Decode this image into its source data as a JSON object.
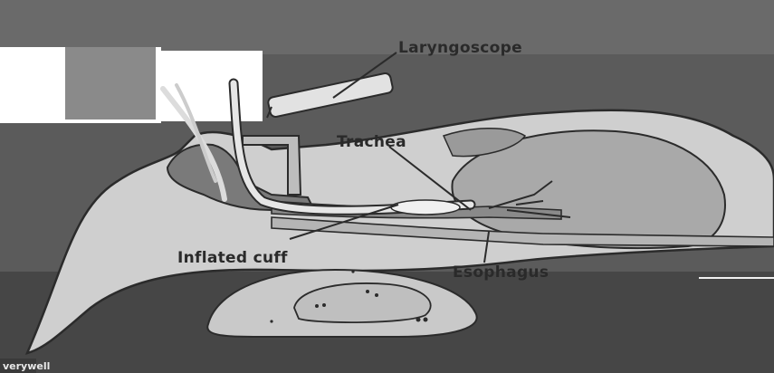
{
  "labels": {
    "laryngoscope": "Laryngoscope",
    "trachea": "Trachea",
    "inflated_cuff": "Inflated cuff",
    "esophagus": "Esophagus"
  },
  "brand": "verywell",
  "colors": {
    "background": "#5a5a5a",
    "body_fill": "#cfcfcf",
    "interior": "#8e8e8e",
    "floor": "#474747",
    "tube": "#e6e6e6",
    "label_text": "#2a2a2a"
  }
}
